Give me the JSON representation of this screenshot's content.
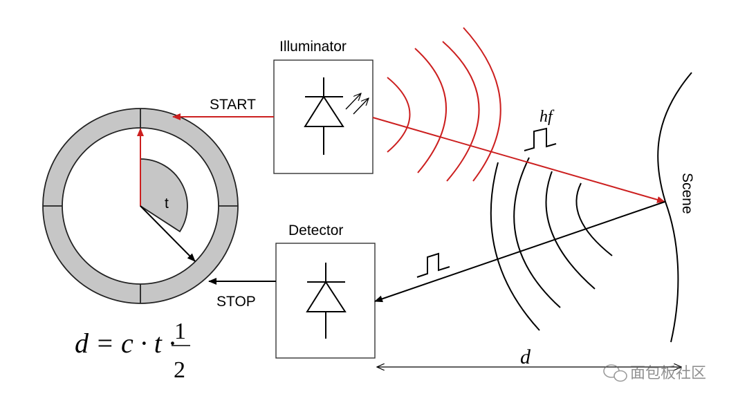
{
  "labels": {
    "illuminator": "Illuminator",
    "detector": "Detector",
    "start": "START",
    "stop": "STOP",
    "scene": "Scene",
    "hf": "hf",
    "t": "t",
    "d": "d"
  },
  "formula": {
    "lhs": "d",
    "rhs": "= c · t ·",
    "numerator": "1",
    "denominator": "2"
  },
  "watermark": "面包板社区",
  "colors": {
    "emit": "#cc1f1f",
    "ink": "#000000",
    "ring": "#c6c6c6"
  }
}
